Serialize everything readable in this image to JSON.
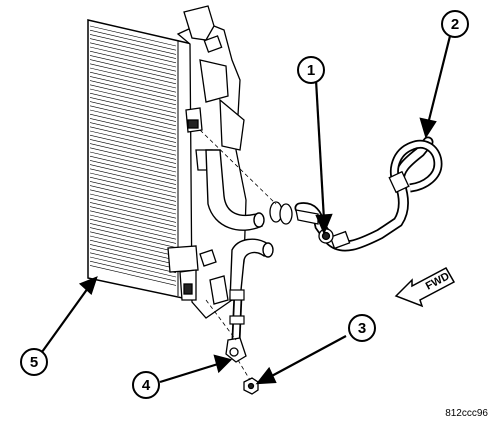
{
  "figure": {
    "id": "812ccc96",
    "arrow_label": "FWD"
  },
  "callouts": [
    {
      "label": "1"
    },
    {
      "label": "2"
    },
    {
      "label": "3"
    },
    {
      "label": "4"
    },
    {
      "label": "5"
    }
  ],
  "colors": {
    "line": "#000000",
    "background": "#ffffff"
  }
}
